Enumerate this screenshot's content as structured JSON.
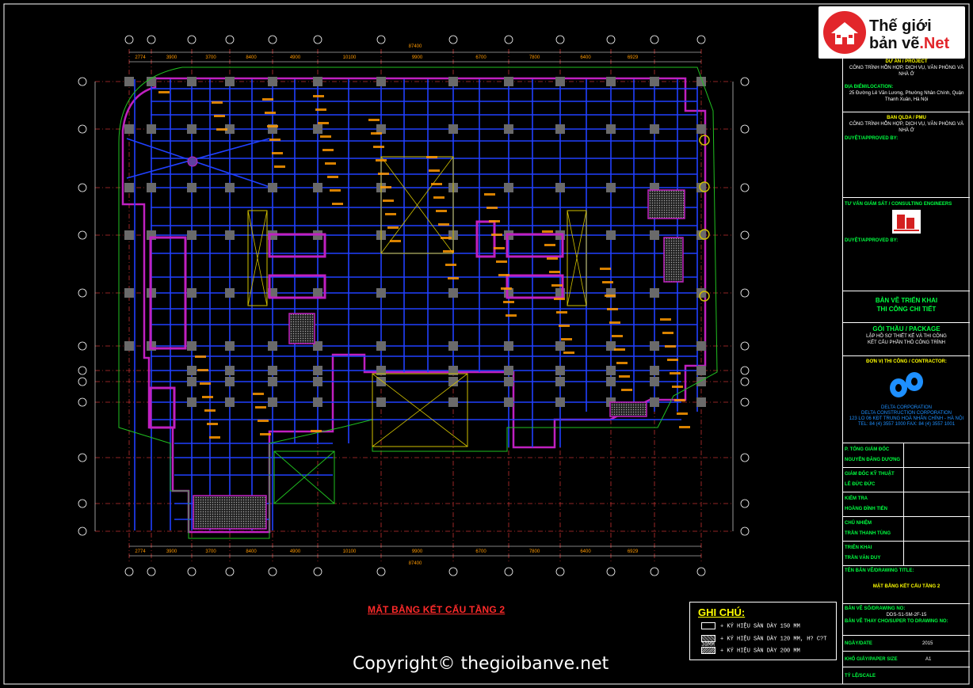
{
  "logo": {
    "line1": "Thế giới",
    "line2_prefix": "bản vẽ",
    "line2_suffix": ".Net"
  },
  "drawing_title": "MẶT BẰNG KẾT CẤU TẦNG 2",
  "notes": {
    "heading": "GHI CHÚ:",
    "items": [
      "+ KÝ HIỆU SÀN DÀY 150 MM",
      "+ KÝ HIỆU SÀN DÀY 120 MM, H? C?T 30MM",
      "+ KÝ HIỆU SÀN DÀY 200 MM"
    ]
  },
  "copyright": "Copyright© thegioibanve.net",
  "dimensions": {
    "top_total": "87400",
    "bottom_total": "87400",
    "segments": [
      "2774",
      "3900",
      "3700",
      "8400",
      "4900",
      "10100",
      "9900",
      "6700",
      "7800",
      "6400",
      "6929"
    ]
  },
  "title_block": {
    "project_label": "DỰ ÁN / PROJECT",
    "project_text": "CÔNG TRÌNH HỖN HỢP, DỊCH VỤ, VĂN PHÒNG VÀ NHÀ Ở",
    "location_label": "ĐỊA ĐIỂM/LOCATION:",
    "location_text": "25 Đường Lê Văn Lương, Phường Nhân Chính, Quận Thanh Xuân, Hà Nội",
    "owner_label": "BAN QLDA / PMU",
    "owner_text": "CÔNG TRÌNH HỖN HỢP, DỊCH VỤ, VĂN PHÒNG VÀ NHÀ Ở",
    "approved1": "DUYỆT/APPROVED BY:",
    "consultant_label": "TƯ VẤN GIÁM SÁT / CONSULTING ENGINEERS",
    "approved2": "DUYỆT/APPROVED BY:",
    "package_title1": "BẢN VẼ TRIỂN KHAI",
    "package_title2": "THI CÔNG CHI TIẾT",
    "package_label": "GÓI THẦU / PACKAGE",
    "package_text1": "LẬP HỒ SƠ THIẾT KẾ VÀ THI CÔNG",
    "package_text2": "KẾT CẤU PHẦN THÔ CÔNG TRÌNH",
    "contractor_label": "ĐƠN VỊ THI CÔNG / CONTRACTOR:",
    "contractor_lines": [
      "DELTA CORPORATION",
      "DELTA CONSTRUCTION CORPORATION",
      "123 LO 06 KĐT TRUNG HOÀ NHÂN CHÍNH - HÀ NỘI",
      "TEL: 84 (4) 3557 1000    FAX: 84 (4) 3557 1001"
    ],
    "sign_rows": [
      {
        "label": "P. TỔNG GIÁM ĐỐC",
        "name": "NGUYỄN ĐĂNG DƯƠNG"
      },
      {
        "label": "GIÁM ĐỐC KỸ THUẬT",
        "name": "LÊ ĐỨC ĐỨC"
      },
      {
        "label": "KIỂM TRA",
        "name": "HOÀNG ĐÌNH TIẾN"
      },
      {
        "label": "CHỦ NHIỆM",
        "name": "TRẦN THANH TÙNG"
      },
      {
        "label": "TRIỂN KHAI",
        "name": "TRẦN VĂN DUY"
      }
    ],
    "drawing_title_label": "TÊN BẢN VẼ/DRAWING TITLE:",
    "drawing_title_value": "MẶT BẰNG KẾT CẤU TẦNG 2",
    "drawing_no_label": "BẢN VẼ SỐ/DRAWING NO:",
    "drawing_no_value": "DDS-S1-SM-2F-15",
    "supersede_label": "BẢN VẼ THAY CHO/SUPER TO DRAWING NO:",
    "date_label": "NGÀY/DATE",
    "date_value": "2015",
    "paper_label": "KHỔ GIẤY/PAPER SIZE",
    "paper_value": "A1",
    "scale_label": "TỶ LỆ/SCALE"
  }
}
